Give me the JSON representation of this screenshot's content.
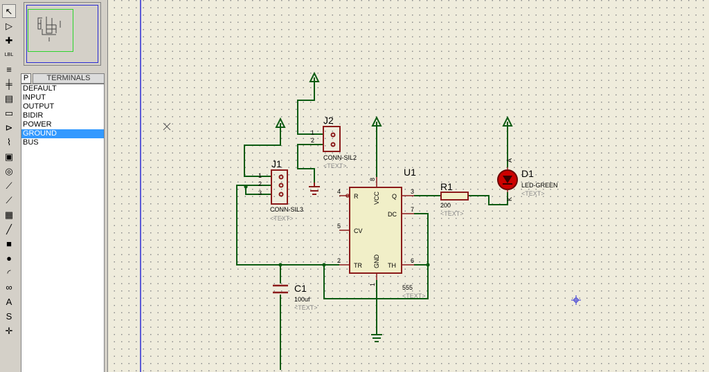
{
  "toolbar": {
    "tools": [
      {
        "name": "selection-mode",
        "icon": "cursor-arrow-icon",
        "glyph": "↖"
      },
      {
        "name": "component-mode",
        "icon": "component-icon",
        "glyph": "▷"
      },
      {
        "name": "junction-dot-mode",
        "icon": "junction-icon",
        "glyph": "✚"
      },
      {
        "name": "wire-label-mode",
        "icon": "label-icon",
        "glyph": "LBL"
      },
      {
        "name": "text-script-mode",
        "icon": "script-icon",
        "glyph": "≡"
      },
      {
        "name": "bus-mode",
        "icon": "bus-icon",
        "glyph": "╪"
      },
      {
        "name": "subcircuit-mode",
        "icon": "subcircuit-icon",
        "glyph": "▤"
      },
      {
        "name": "terminals-mode",
        "icon": "terminal-icon",
        "glyph": "▭"
      },
      {
        "name": "device-pins-mode",
        "icon": "pin-icon",
        "glyph": "⊳"
      },
      {
        "name": "graph-mode",
        "icon": "graph-icon",
        "glyph": "⌇"
      },
      {
        "name": "tape-recorder-mode",
        "icon": "tape-icon",
        "glyph": "▣"
      },
      {
        "name": "generator-mode",
        "icon": "generator-icon",
        "glyph": "◎"
      },
      {
        "name": "voltage-probe-mode",
        "icon": "voltage-probe-icon",
        "glyph": "⟋"
      },
      {
        "name": "current-probe-mode",
        "icon": "current-probe-icon",
        "glyph": "⟋"
      },
      {
        "name": "virtual-instruments-mode",
        "icon": "instrument-icon",
        "glyph": "▦"
      },
      {
        "name": "line-mode",
        "icon": "line-icon",
        "glyph": "╱"
      },
      {
        "name": "box-mode",
        "icon": "box-icon",
        "glyph": "■"
      },
      {
        "name": "circle-mode",
        "icon": "circle-icon",
        "glyph": "●"
      },
      {
        "name": "arc-mode",
        "icon": "arc-icon",
        "glyph": "◜"
      },
      {
        "name": "path-mode",
        "icon": "path-icon",
        "glyph": "∞"
      },
      {
        "name": "text-mode",
        "icon": "text-icon",
        "glyph": "A"
      },
      {
        "name": "symbol-mode",
        "icon": "symbol-icon",
        "glyph": "S"
      },
      {
        "name": "marker-mode",
        "icon": "marker-icon",
        "glyph": "✛"
      }
    ]
  },
  "picker": {
    "p_button": "P",
    "title": "TERMINALS",
    "items": [
      "DEFAULT",
      "INPUT",
      "OUTPUT",
      "BIDIR",
      "POWER",
      "GROUND",
      "BUS"
    ],
    "selected": "GROUND"
  },
  "schematic": {
    "components": {
      "j1": {
        "ref": "J1",
        "value": "CONN-SIL3",
        "text": "<TEXT>",
        "pins": [
          "1",
          "2",
          "3"
        ]
      },
      "j2": {
        "ref": "J2",
        "value": "CONN-SIL2",
        "text": "<TEXT>",
        "pins": [
          "1",
          "2"
        ]
      },
      "u1": {
        "ref": "U1",
        "value": "555",
        "text": "<TEXT>",
        "pin_labels": {
          "r": "R",
          "cv": "CV",
          "tr": "TR",
          "vcc": "VCC",
          "gnd": "GND",
          "q": "Q",
          "dc": "DC",
          "th": "TH"
        },
        "pin_numbers": {
          "r": "4",
          "cv": "5",
          "tr": "2",
          "vcc": "8",
          "gnd": "1",
          "q": "3",
          "dc": "7",
          "th": "6"
        }
      },
      "r1": {
        "ref": "R1",
        "value": "200",
        "text": "<TEXT>"
      },
      "d1": {
        "ref": "D1",
        "value": "LED-GREEN",
        "text": "<TEXT>",
        "anode": "A",
        "cathode": "K"
      },
      "c1": {
        "ref": "C1",
        "value": "100uf",
        "text": "<TEXT>"
      }
    }
  },
  "colors": {
    "wire": "#0c5b12",
    "component": "#8b1a1a",
    "led_fill": "#cc0000",
    "canvas": "#efecdc",
    "selection": "#3399ff",
    "marker": "#2a2ad4"
  }
}
